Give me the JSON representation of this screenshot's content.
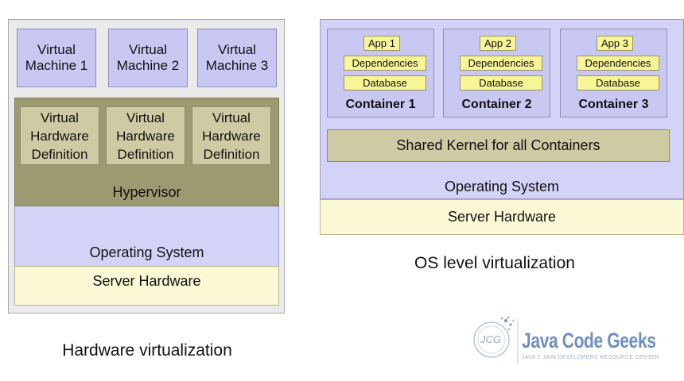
{
  "hardware_virtualization": {
    "virtual_machines": [
      {
        "line1": "Virtual",
        "line2": "Machine 1"
      },
      {
        "line1": "Virtual",
        "line2": "Machine 2"
      },
      {
        "line1": "Virtual",
        "line2": "Machine 3"
      }
    ],
    "virtual_hardware_definitions": [
      {
        "line1": "Virtual",
        "line2": "Hardware",
        "line3": "Definition"
      },
      {
        "line1": "Virtual",
        "line2": "Hardware",
        "line3": "Definition"
      },
      {
        "line1": "Virtual",
        "line2": "Hardware",
        "line3": "Definition"
      }
    ],
    "hypervisor": "Hypervisor",
    "operating_system": "Operating System",
    "server_hardware": "Server Hardware",
    "caption": "Hardware virtualization"
  },
  "os_virtualization": {
    "containers": [
      {
        "app": "App 1",
        "dependencies": "Dependencies",
        "database": "Database",
        "label": "Container 1"
      },
      {
        "app": "App 2",
        "dependencies": "Dependencies",
        "database": "Database",
        "label": "Container 2"
      },
      {
        "app": "App 3",
        "dependencies": "Dependencies",
        "database": "Database",
        "label": "Container 3"
      }
    ],
    "shared_kernel": "Shared Kernel for all Containers",
    "operating_system": "Operating System",
    "server_hardware": "Server Hardware",
    "caption": "OS level virtualization"
  },
  "logo": {
    "badge": "JCG",
    "brand": "Java Code Geeks",
    "tagline": "Java 2 Java Developers Resource Center"
  },
  "colors": {
    "vm_blue": "#c8c8f3",
    "os_blue": "#d3d3f7",
    "hypervisor_olive": "#9c9a71",
    "definition_khaki": "#cdcaa4",
    "server_cream": "#fbf8d5",
    "tag_yellow": "#f8f596",
    "logo_blue": "#6f8fbf"
  }
}
